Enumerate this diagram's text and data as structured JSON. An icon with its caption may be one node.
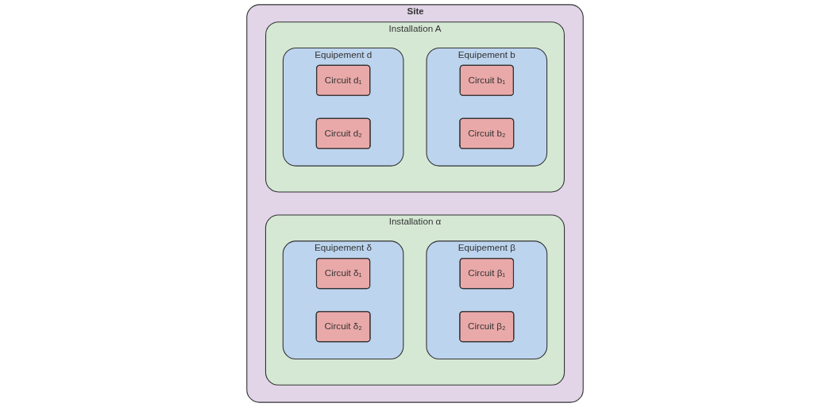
{
  "diagram": {
    "nodes": [
      {
        "text": [
          "Site"
        ]
      },
      {
        "text": [
          "Installation α"
        ],
        "in": 0
      },
      {
        "text": [
          "Equipement β"
        ],
        "in": 1
      },
      {
        "text": [
          "Circuit β₁"
        ],
        "in": 2
      },
      {
        "text": [
          "Circuit β₂"
        ],
        "in": 2
      },
      {
        "text": [
          "Equipement δ"
        ],
        "in": 1
      },
      {
        "text": [
          "Circuit δ₁"
        ],
        "in": 5
      },
      {
        "text": [
          "Circuit δ₂"
        ],
        "in": 5
      },
      {
        "text": [
          "Installation A"
        ],
        "in": 0
      },
      {
        "text": [
          "Equipement b"
        ],
        "in": 8
      },
      {
        "text": [
          "Circuit b₁"
        ],
        "in": 9
      },
      {
        "text": [
          "Circuit b₂"
        ],
        "in": 9
      },
      {
        "text": [
          "Equipement d"
        ],
        "in": 8
      },
      {
        "text": [
          "Circuit d₁"
        ],
        "in": 12
      },
      {
        "text": [
          "Circuit d₂"
        ],
        "in": 12
      }
    ],
    "edges": []
  }
}
